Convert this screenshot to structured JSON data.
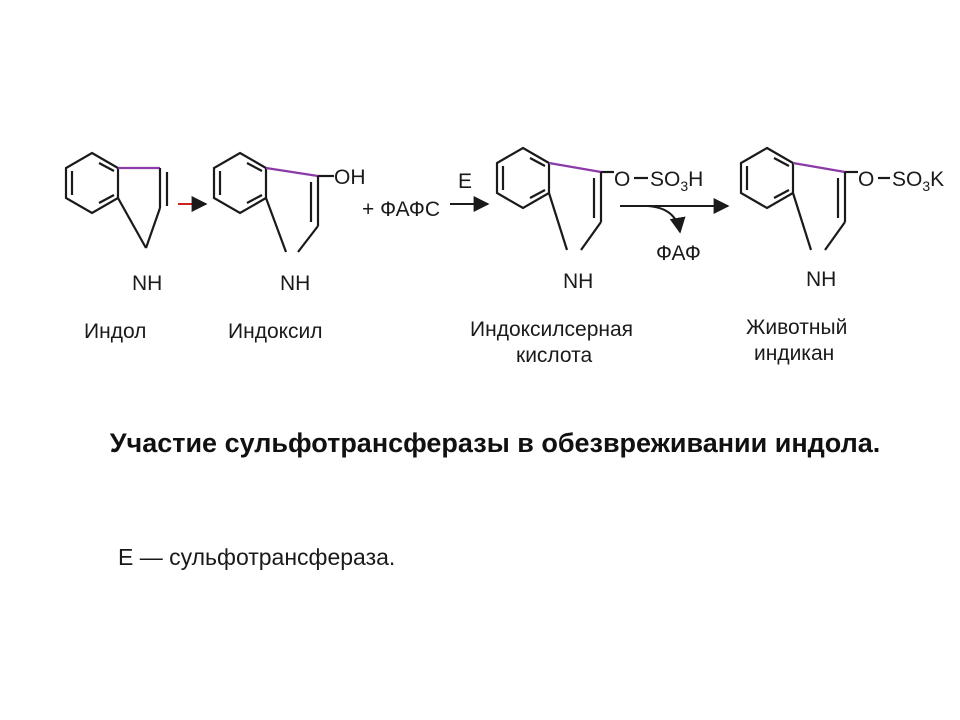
{
  "reaction": {
    "compounds": [
      {
        "name_lines": [
          "Индол"
        ],
        "nh": "NH"
      },
      {
        "name_lines": [
          "Индоксил"
        ],
        "nh": "NH",
        "substituent": "OH"
      },
      {
        "name_lines": [
          "Индоксилсерная",
          "кислота"
        ],
        "nh": "NH",
        "substituent_o": "O",
        "substituent_main": "SO",
        "substituent_sub": "3",
        "substituent_end": "H"
      },
      {
        "name_lines": [
          "Животный",
          "индикан"
        ],
        "nh": "NH",
        "substituent_o": "O",
        "substituent_main": "SO",
        "substituent_sub": "3",
        "substituent_end": "K"
      }
    ],
    "reagent": "+ ФАФС",
    "enzyme": "E",
    "byproduct": "ФАФ"
  },
  "caption": "Участие сульфотрансферазы в обезвреживании индола.",
  "legend": "E — сульфотрансфераза.",
  "colors": {
    "line": "#1a1a1a",
    "accent_purple": "#8b3aa8",
    "accent_red": "#cc2222"
  }
}
